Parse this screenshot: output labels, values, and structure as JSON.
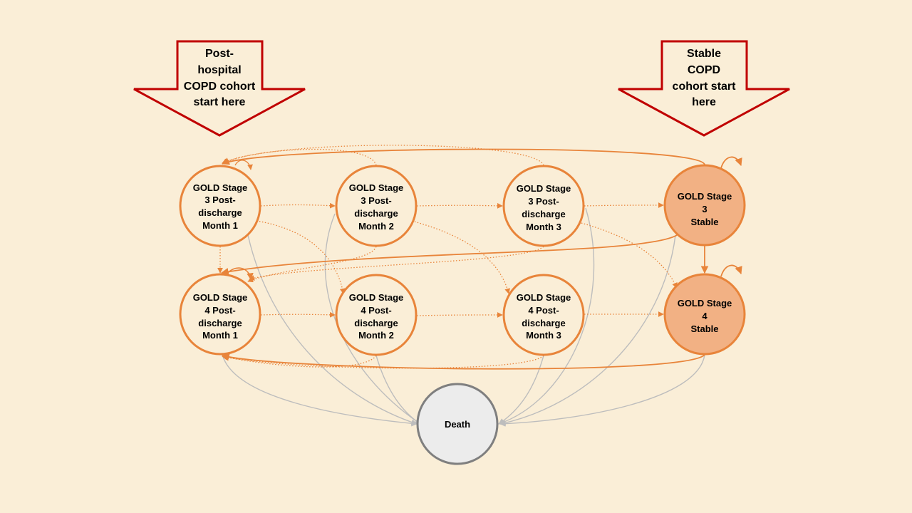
{
  "colors": {
    "background": "#FAEED7",
    "node_stroke": "#E8843A",
    "node_fill": "#FAEED7",
    "stable_fill": "#F2B184",
    "death_stroke": "#7F7F7F",
    "death_fill": "#ECECEC",
    "transition_line": "#E8843A",
    "death_line": "#BDBDBD",
    "start_arrow_stroke": "#C00000"
  },
  "start_arrows": [
    {
      "id": "post-hospital",
      "lines": [
        "Post-",
        "hospital",
        "COPD cohort",
        "start here"
      ]
    },
    {
      "id": "stable",
      "lines": [
        "Stable",
        "COPD",
        "cohort start",
        "here"
      ]
    }
  ],
  "nodes": [
    {
      "id": "g3m1",
      "lines": [
        "GOLD Stage",
        "3 Post-",
        "discharge",
        "Month 1"
      ],
      "kind": "post"
    },
    {
      "id": "g3m2",
      "lines": [
        "GOLD Stage",
        "3 Post-",
        "discharge",
        "Month 2"
      ],
      "kind": "post"
    },
    {
      "id": "g3m3",
      "lines": [
        "GOLD Stage",
        "3 Post-",
        "discharge",
        "Month 3"
      ],
      "kind": "post"
    },
    {
      "id": "g3s",
      "lines": [
        "GOLD Stage",
        "3",
        "Stable"
      ],
      "kind": "stable"
    },
    {
      "id": "g4m1",
      "lines": [
        "GOLD Stage",
        "4 Post-",
        "discharge",
        "Month 1"
      ],
      "kind": "post"
    },
    {
      "id": "g4m2",
      "lines": [
        "GOLD Stage",
        "4 Post-",
        "discharge",
        "Month 2"
      ],
      "kind": "post"
    },
    {
      "id": "g4m3",
      "lines": [
        "GOLD Stage",
        "4 Post-",
        "discharge",
        "Month 3"
      ],
      "kind": "post"
    },
    {
      "id": "g4s",
      "lines": [
        "GOLD Stage",
        "4",
        "Stable"
      ],
      "kind": "stable"
    },
    {
      "id": "death",
      "lines": [
        "Death"
      ],
      "kind": "death"
    }
  ],
  "transitions": [
    {
      "from": "g3m1",
      "to": "g3m2",
      "style": "dotted"
    },
    {
      "from": "g3m2",
      "to": "g3m3",
      "style": "dotted"
    },
    {
      "from": "g3m3",
      "to": "g3s",
      "style": "dotted"
    },
    {
      "from": "g4m1",
      "to": "g4m2",
      "style": "dotted"
    },
    {
      "from": "g4m2",
      "to": "g4m3",
      "style": "dotted"
    },
    {
      "from": "g4m3",
      "to": "g4s",
      "style": "dotted"
    },
    {
      "from": "g3m1",
      "to": "g4m1",
      "style": "dotted"
    },
    {
      "from": "g3m1",
      "to": "g4m2",
      "style": "dotted"
    },
    {
      "from": "g3m2",
      "to": "g4m3",
      "style": "dotted"
    },
    {
      "from": "g3m3",
      "to": "g4s",
      "style": "dotted"
    },
    {
      "from": "g3m2",
      "to": "g3m1",
      "style": "dotted"
    },
    {
      "from": "g3m3",
      "to": "g3m1",
      "style": "dotted"
    },
    {
      "from": "g3s",
      "to": "g3m1",
      "style": "solid"
    },
    {
      "from": "g3m2",
      "to": "g4m1",
      "style": "dotted"
    },
    {
      "from": "g3m3",
      "to": "g4m1",
      "style": "dotted"
    },
    {
      "from": "g3s",
      "to": "g4m1",
      "style": "solid"
    },
    {
      "from": "g4m2",
      "to": "g4m1",
      "style": "dotted"
    },
    {
      "from": "g4m3",
      "to": "g4m1",
      "style": "dotted"
    },
    {
      "from": "g4s",
      "to": "g4m1",
      "style": "solid"
    },
    {
      "from": "g3s",
      "to": "g4s",
      "style": "solid"
    },
    {
      "from": "g3s",
      "to": "g3s",
      "style": "solid"
    },
    {
      "from": "g4s",
      "to": "g4s",
      "style": "solid"
    },
    {
      "from": "g3m1",
      "to": "g4m1",
      "style": "self-loop-curl"
    },
    {
      "from": "g3m1",
      "to": "death",
      "style": "grey"
    },
    {
      "from": "g3m2",
      "to": "death",
      "style": "grey"
    },
    {
      "from": "g3m3",
      "to": "death",
      "style": "grey"
    },
    {
      "from": "g3s",
      "to": "death",
      "style": "grey"
    },
    {
      "from": "g4m1",
      "to": "death",
      "style": "grey"
    },
    {
      "from": "g4m2",
      "to": "death",
      "style": "grey"
    },
    {
      "from": "g4m3",
      "to": "death",
      "style": "grey"
    },
    {
      "from": "g4s",
      "to": "death",
      "style": "grey"
    }
  ]
}
